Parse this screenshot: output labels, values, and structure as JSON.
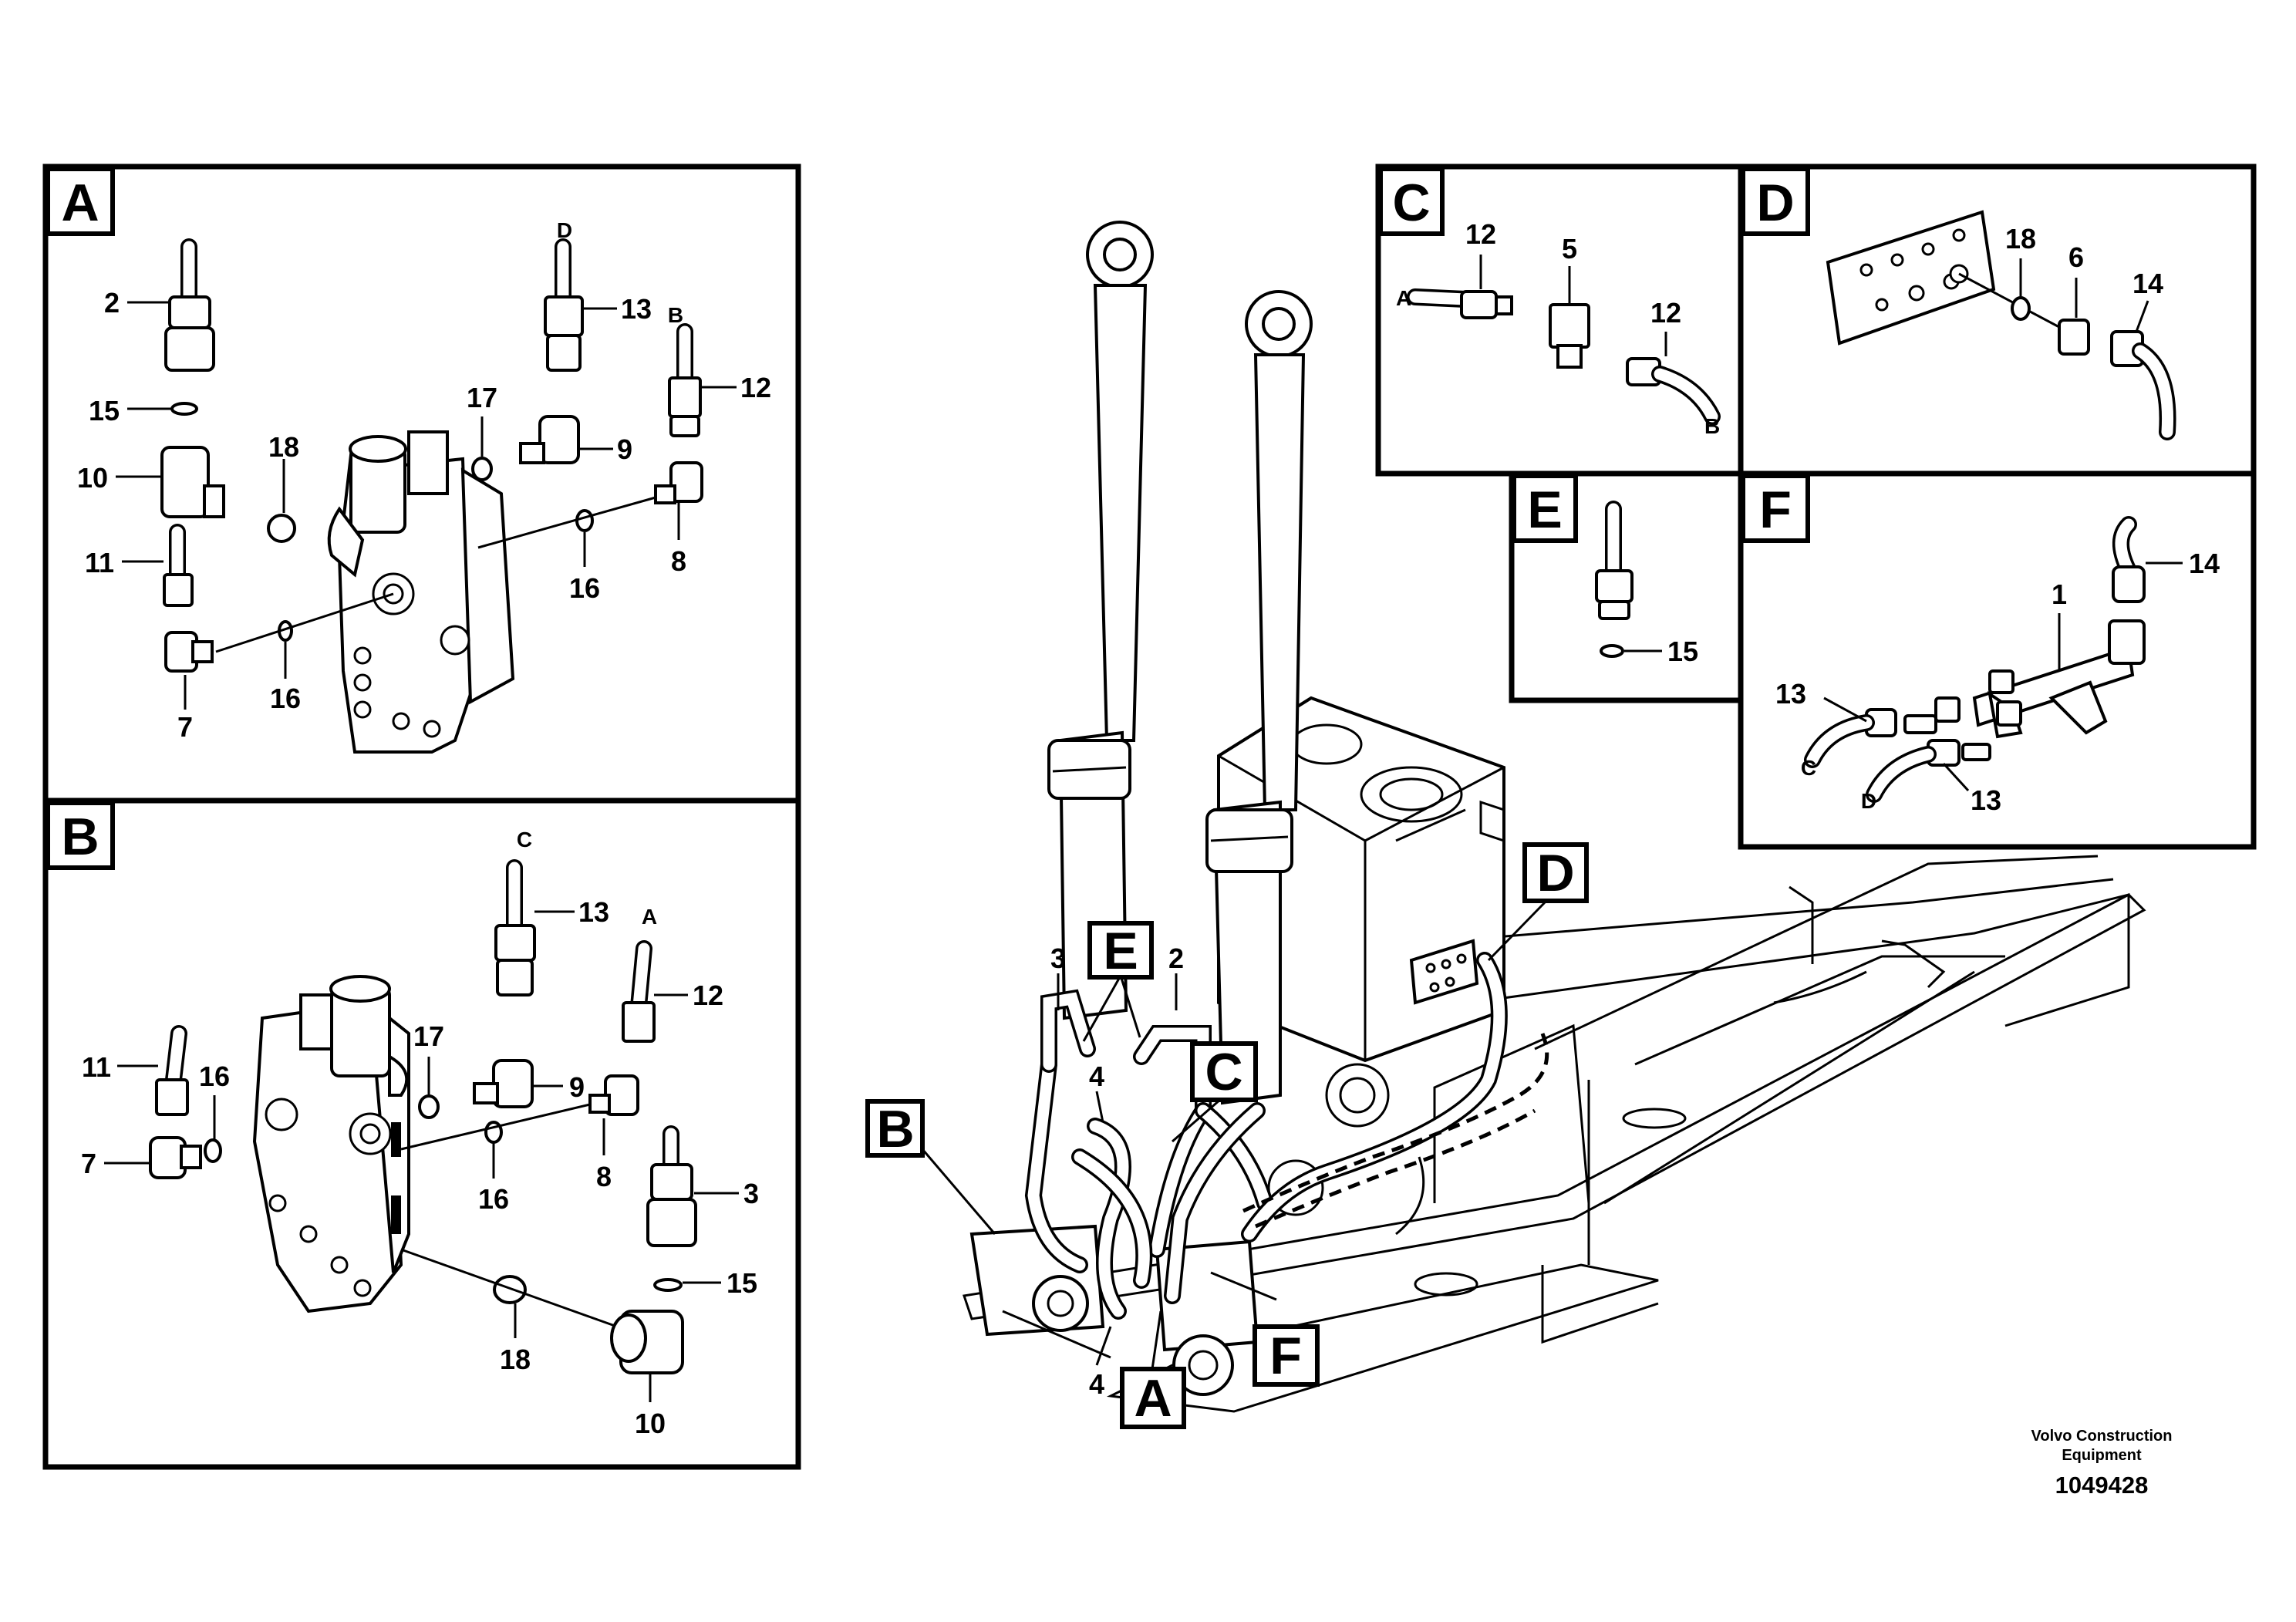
{
  "panels": {
    "A": {
      "tag": "A",
      "callouts": [
        "2",
        "15",
        "10",
        "18",
        "11",
        "7",
        "16",
        "16",
        "17",
        "9",
        "13",
        "12",
        "8"
      ],
      "hose_ends": [
        "D",
        "B"
      ]
    },
    "B": {
      "tag": "B",
      "callouts": [
        "11",
        "16",
        "7",
        "17",
        "9",
        "13",
        "12",
        "8",
        "16",
        "3",
        "15",
        "18",
        "10"
      ],
      "hose_ends": [
        "C",
        "A"
      ]
    },
    "C": {
      "tag": "C",
      "callouts": [
        "12",
        "5",
        "12"
      ],
      "hose_ends": [
        "A",
        "B"
      ]
    },
    "D": {
      "tag": "D",
      "callouts": [
        "18",
        "6",
        "14"
      ]
    },
    "E": {
      "tag": "E",
      "callouts": [
        "15"
      ]
    },
    "F": {
      "tag": "F",
      "callouts": [
        "14",
        "1",
        "13",
        "13"
      ],
      "hose_ends": [
        "C",
        "D"
      ]
    }
  },
  "main_view": {
    "tags": [
      "B",
      "E",
      "C",
      "D",
      "F",
      "A"
    ],
    "callouts": [
      "3",
      "2",
      "4",
      "4"
    ]
  },
  "footer": {
    "manufacturer_line1": "Volvo Construction",
    "manufacturer_line2": "Equipment",
    "drawing_number": "1049428"
  }
}
